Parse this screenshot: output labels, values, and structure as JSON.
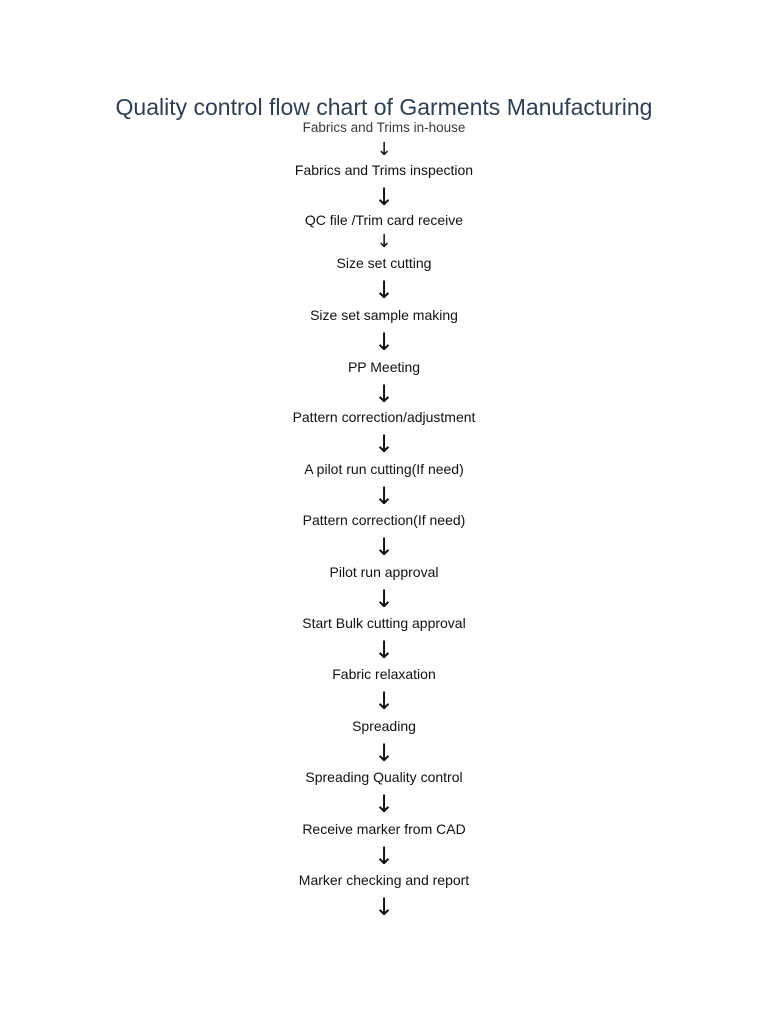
{
  "document": {
    "title": "Quality control flow chart of Garments Manufacturing",
    "subtitle": "Fabrics and Trims in-house",
    "arrow_glyph": "↓",
    "steps": [
      "Fabrics and Trims inspection",
      "QC file /Trim card receive",
      "Size set cutting",
      "Size set sample making",
      "PP Meeting",
      "Pattern correction/adjustment",
      "A pilot run cutting(If need)",
      "Pattern correction(If need)",
      "Pilot run approval",
      "Start Bulk cutting approval",
      "Fabric relaxation",
      "Spreading",
      "Spreading Quality control",
      "Receive marker from CAD",
      "Marker checking and report"
    ]
  }
}
